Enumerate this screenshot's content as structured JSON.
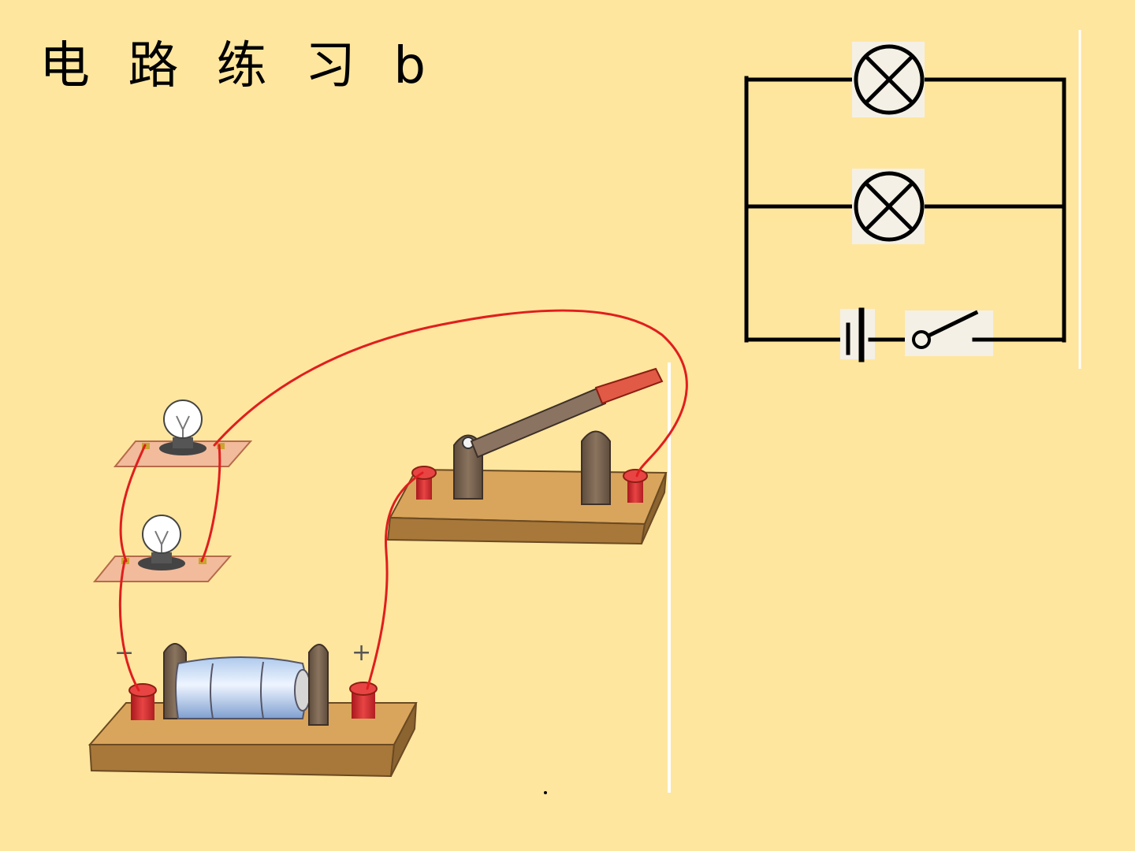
{
  "slide": {
    "title": "电 路 练 习 b",
    "background": "#FFE69E"
  },
  "circuit_diagram": {
    "branches": [
      "lamp",
      "lamp",
      "battery-and-switch"
    ],
    "connection": "parallel"
  },
  "apparatus": {
    "battery_minus_label": "−",
    "battery_plus_label": "+",
    "wire_color": "#E01E1E",
    "wood_color": "#D9A55C",
    "terminal_color": "#D82E2E"
  }
}
